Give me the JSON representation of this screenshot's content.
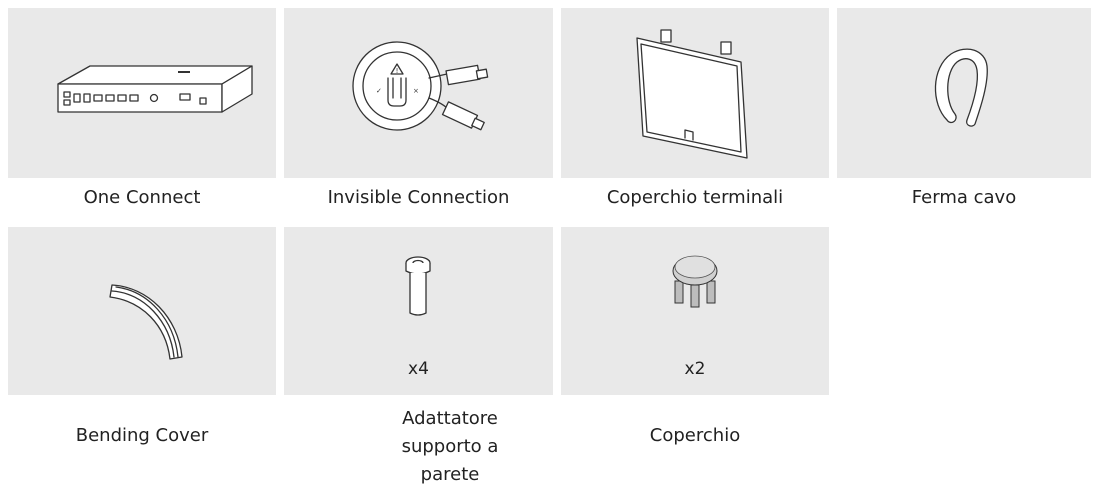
{
  "items": [
    {
      "label": "One Connect",
      "icon": "one-connect-box-icon"
    },
    {
      "label": "Invisible Connection",
      "icon": "invisible-connection-cable-icon"
    },
    {
      "label": "Coperchio terminali",
      "icon": "terminal-cover-icon"
    },
    {
      "label": "Ferma cavo",
      "icon": "cable-holder-icon"
    },
    {
      "label": "Bending Cover",
      "icon": "bending-cover-icon"
    },
    {
      "label": "Adattatore supporto a parete",
      "icon": "wall-mount-adapter-icon",
      "quantity": "x4"
    },
    {
      "label": "Coperchio",
      "icon": "cap-icon",
      "quantity": "x2"
    }
  ]
}
